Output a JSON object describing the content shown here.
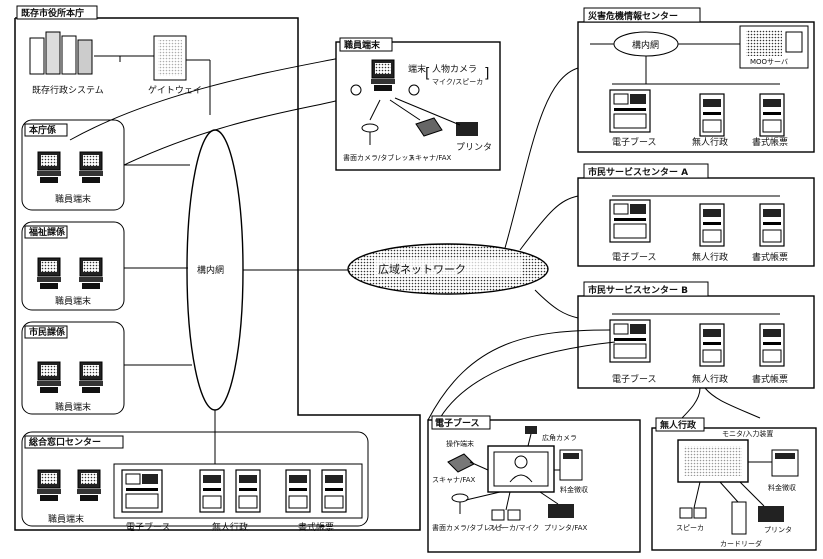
{
  "city_hall": {
    "title": "既存市役所本庁"
  },
  "legacy_system": {
    "label": "既存行政システム"
  },
  "gateway": {
    "label": "ゲイトウェイ"
  },
  "departments": [
    {
      "title": "本庁係",
      "terminal": "職員端末"
    },
    {
      "title": "福祉課係",
      "terminal": "職員端末"
    },
    {
      "title": "市民課係",
      "terminal": "職員端末"
    }
  ],
  "general_window": {
    "title": "総合窓口センター",
    "terminal": "職員端末",
    "booth": "電子ブース",
    "unmanned": "無人行政",
    "forms": "書式帳票"
  },
  "lan": {
    "label": "構内網"
  },
  "wan": {
    "label": "広域ネットワーク"
  },
  "staff_terminal_detail": {
    "title": "職員端末",
    "terminal": "端末",
    "camera": "人物カメラ",
    "mic": "マイク/スピーカ",
    "doc_camera": "書面カメラ/タブレット",
    "scanner": "スキャナ/FAX",
    "printer": "プリンタ"
  },
  "info_center": {
    "title": "災害危機情報センター",
    "lan": "構内網",
    "server": "MOOサーバ",
    "booth": "電子ブース",
    "unmanned": "無人行政",
    "forms": "書式帳票"
  },
  "service_a": {
    "title": "市民サービスセンター A",
    "booth": "電子ブース",
    "unmanned": "無人行政",
    "forms": "書式帳票"
  },
  "service_b": {
    "title": "市民サービスセンター B",
    "booth": "電子ブース",
    "unmanned": "無人行政",
    "forms": "書式帳票"
  },
  "booth_detail": {
    "title": "電子ブース",
    "op_terminal": "操作端末",
    "wide_camera": "広角カメラ",
    "scanner": "スキャナ/FAX",
    "fee": "料金徴収",
    "doc_camera": "書面カメラ/タブレット",
    "speaker_mic": "スピーカ/マイク",
    "printer_fax": "プリンタ/FAX"
  },
  "unmanned_detail": {
    "title": "無人行政",
    "monitor": "モニタ/入力装置",
    "fee": "料金徴収",
    "speaker": "スピーカ",
    "card_reader": "カードリーダ",
    "printer": "プリンタ"
  }
}
